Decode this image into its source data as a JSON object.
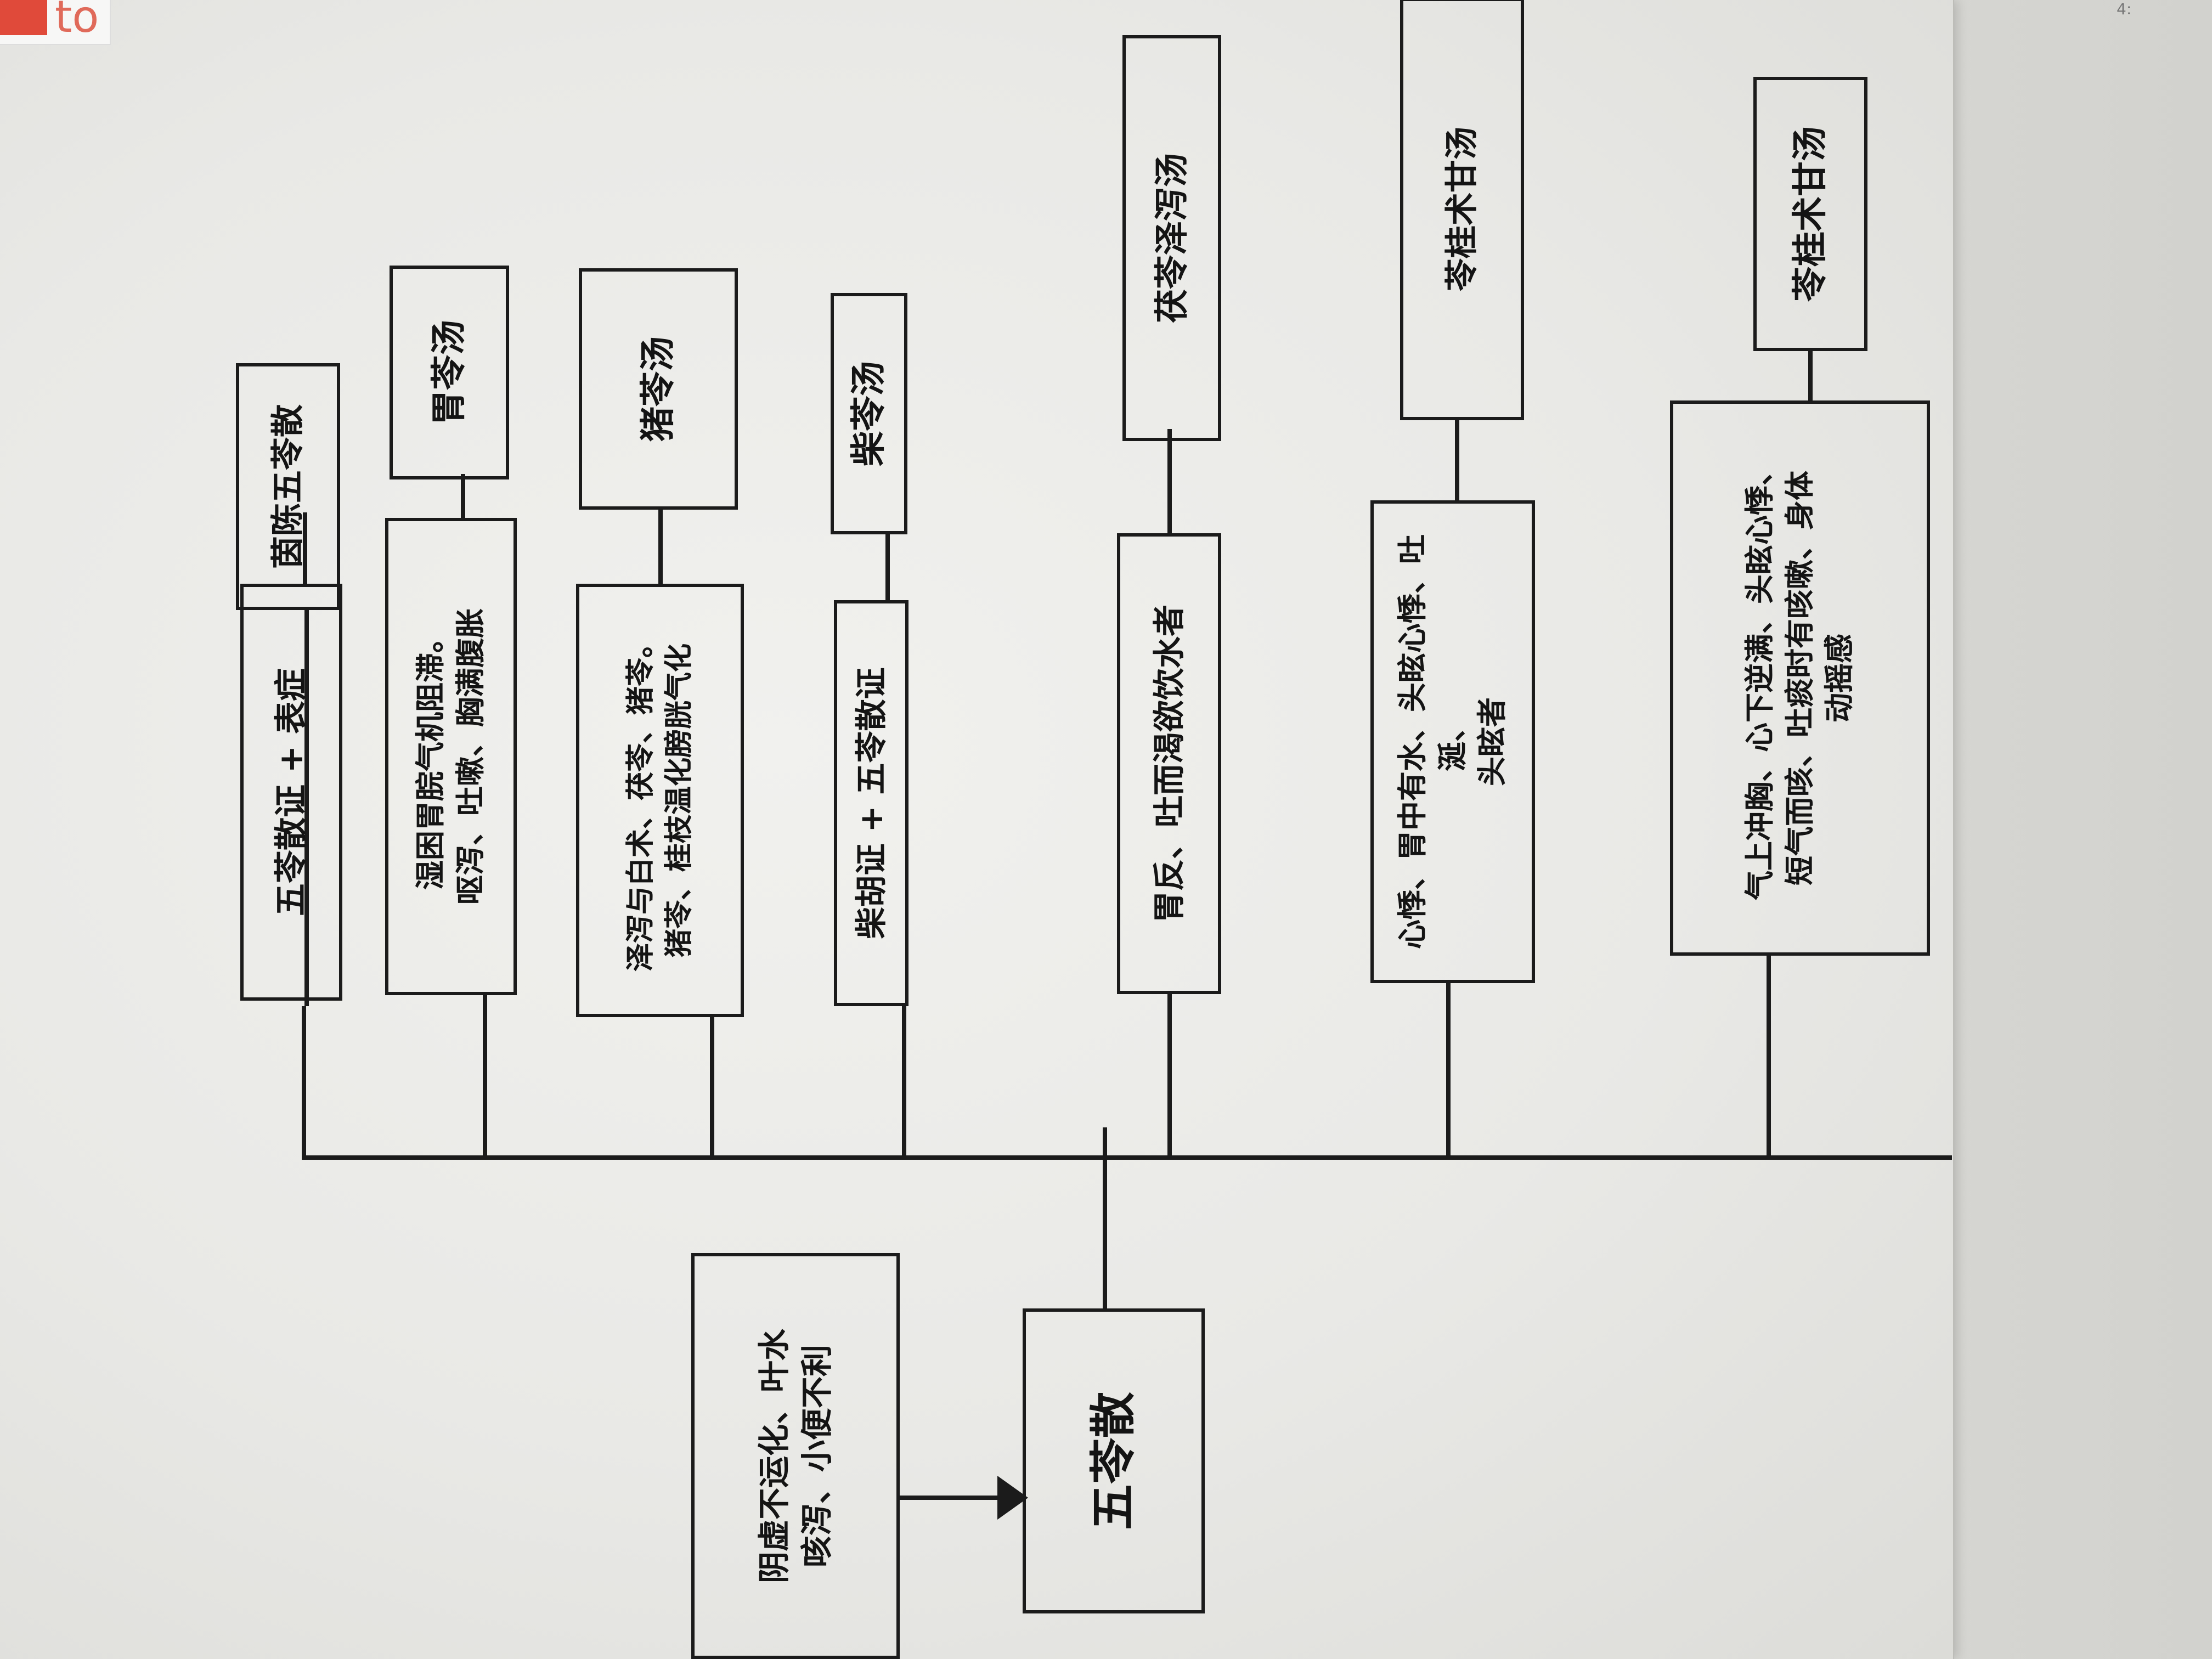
{
  "diagram": {
    "cause": "阴虚不运化、叶水\n咳泻、小便不利",
    "root": "五苓散",
    "branches": [
      {
        "detail": "五苓散证 + 表症",
        "name": "茵陈五苓散"
      },
      {
        "detail": "湿困胃脘气机阻滞。\n呕泻、吐嗽、胸满腹胀",
        "name": "胃苓汤"
      },
      {
        "detail": "泽泻与白术、茯苓、猪苓。\n猪苓、桂枝温化膀胱气化",
        "name": "猪苓汤"
      },
      {
        "detail": "柴胡证 + 五苓散证",
        "name": "柴苓汤"
      },
      {
        "detail": "胃反、吐而渴欲饮水者",
        "name": "茯苓泽泻汤"
      },
      {
        "detail": "心悸、胃中有水、头眩心悸、吐涎、\n头眩者",
        "name": "苓桂术甘汤"
      },
      {
        "detail": "气上冲胸、心下逆满、头眩心悸、\n短气而咳、吐痰时有咳嗽、身体\n动摇感",
        "name": "苓桂术甘汤"
      }
    ]
  }
}
